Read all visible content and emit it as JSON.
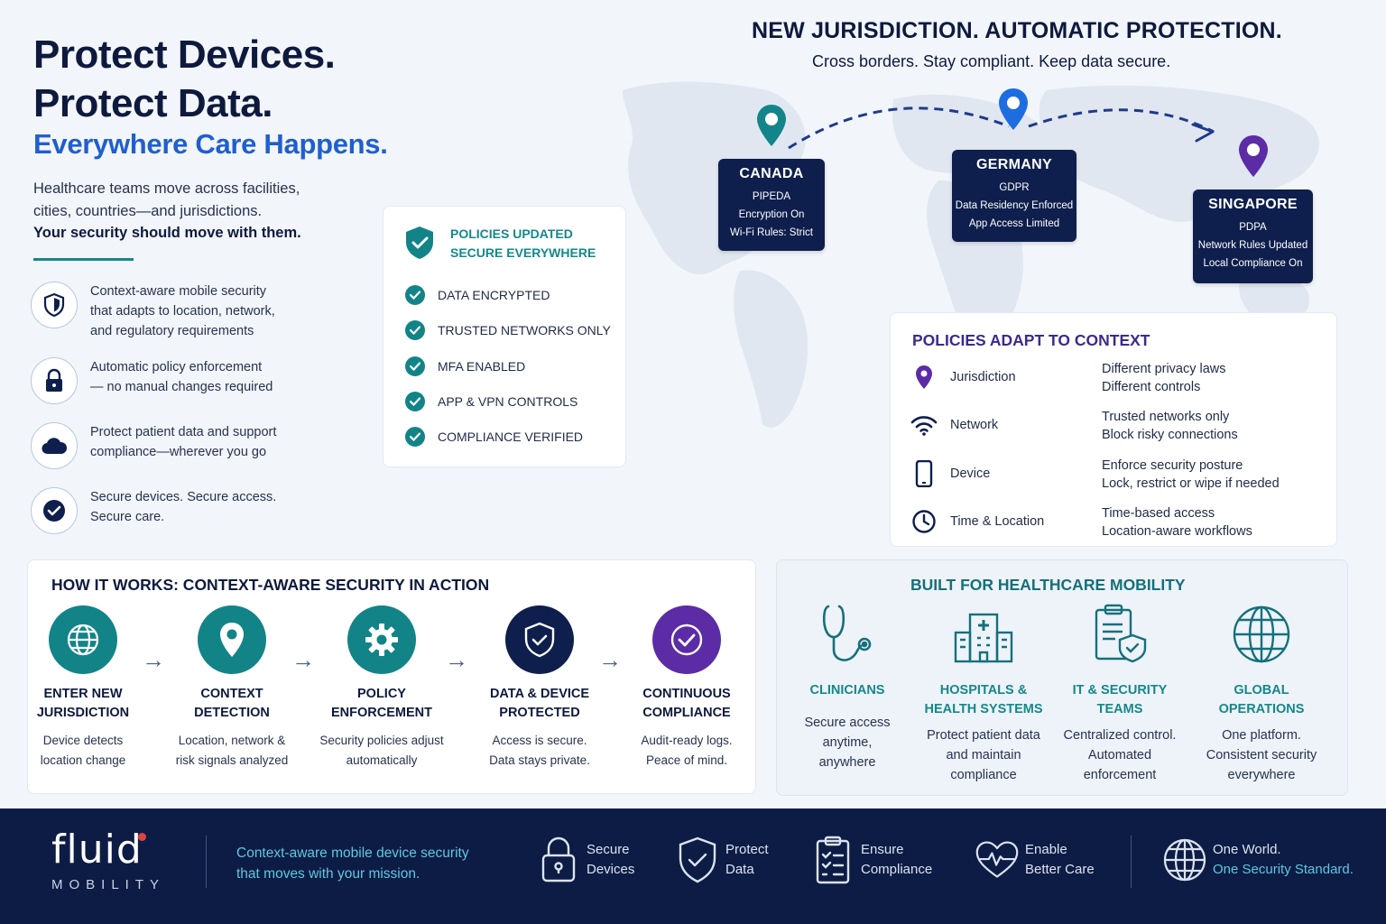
{
  "hero": {
    "line1": "Protect Devices.",
    "line2": "Protect Data.",
    "subtitle": "Everywhere Care Happens.",
    "intro1": "Healthcare teams move across facilities,",
    "intro2": "cities, countries—and jurisdictions.",
    "intro_strong": "Your security should move with them."
  },
  "features": [
    {
      "icon": "shield-icon",
      "l1": "Context-aware mobile security",
      "l2": "that adapts to location, network,",
      "l3": "and regulatory requirements"
    },
    {
      "icon": "lock-icon",
      "l1": "Automatic policy enforcement",
      "l2": "— no manual changes required",
      "l3": ""
    },
    {
      "icon": "cloud-icon",
      "l1": "Protect patient data and support",
      "l2": "compliance—wherever you go",
      "l3": ""
    },
    {
      "icon": "check-circle-icon",
      "l1": "Secure devices. Secure access.",
      "l2": "Secure care.",
      "l3": ""
    }
  ],
  "policies": {
    "title1": "POLICIES UPDATED",
    "title2": "SECURE EVERYWHERE",
    "items": [
      "DATA ENCRYPTED",
      "TRUSTED NETWORKS ONLY",
      "MFA ENABLED",
      "APP & VPN CONTROLS",
      "COMPLIANCE VERIFIED"
    ]
  },
  "map": {
    "title": "NEW JURISDICTION. AUTOMATIC PROTECTION.",
    "subtitle": "Cross borders. Stay compliant. Keep data secure.",
    "jurisdictions": [
      {
        "name": "CANADA",
        "lines": [
          "PIPEDA",
          "Encryption On",
          "Wi-Fi Rules: Strict"
        ],
        "pin_color": "#13858a"
      },
      {
        "name": "GERMANY",
        "lines": [
          "GDPR",
          "Data Residency Enforced",
          "App Access Limited"
        ],
        "pin_color": "#1e6de0"
      },
      {
        "name": "SINGAPORE",
        "lines": [
          "PDPA",
          "Network Rules Updated",
          "Local Compliance On"
        ],
        "pin_color": "#5b2ca6"
      }
    ]
  },
  "context": {
    "title": "POLICIES ADAPT TO CONTEXT",
    "rows": [
      {
        "icon": "location-pin-icon",
        "name": "Jurisdiction",
        "d1": "Different privacy laws",
        "d2": "Different controls"
      },
      {
        "icon": "wifi-icon",
        "name": "Network",
        "d1": "Trusted networks only",
        "d2": "Block risky connections"
      },
      {
        "icon": "phone-icon",
        "name": "Device",
        "d1": "Enforce security posture",
        "d2": "Lock, restrict or wipe if needed"
      },
      {
        "icon": "clock-icon",
        "name": "Time & Location",
        "d1": "Time-based access",
        "d2": "Location-aware workflows"
      }
    ]
  },
  "how": {
    "title": "HOW IT WORKS: CONTEXT-AWARE SECURITY IN ACTION",
    "arrow": "→",
    "steps": [
      {
        "icon": "globe-icon",
        "color": "#128488",
        "t1": "ENTER NEW",
        "t2": "JURISDICTION",
        "d1": "Device detects",
        "d2": "location change"
      },
      {
        "icon": "location-pin-icon",
        "color": "#128488",
        "t1": "CONTEXT",
        "t2": "DETECTION",
        "d1": "Location, network &",
        "d2": "risk signals analyzed"
      },
      {
        "icon": "gear-icon",
        "color": "#128488",
        "t1": "POLICY",
        "t2": "ENFORCEMENT",
        "d1": "Security policies adjust",
        "d2": "automatically"
      },
      {
        "icon": "shield-check-icon",
        "color": "#0e1f4d",
        "t1": "DATA & DEVICE",
        "t2": "PROTECTED",
        "d1": "Access is secure.",
        "d2": "Data stays private."
      },
      {
        "icon": "check-circle-icon",
        "color": "#5b2ca6",
        "t1": "CONTINUOUS",
        "t2": "COMPLIANCE",
        "d1": "Audit-ready logs.",
        "d2": "Peace of mind."
      }
    ]
  },
  "built": {
    "title": "BUILT FOR HEALTHCARE MOBILITY",
    "personas": [
      {
        "icon": "stethoscope-icon",
        "t1": "CLINICIANS",
        "t2": "",
        "d1": "Secure access",
        "d2": "anytime,",
        "d3": "anywhere"
      },
      {
        "icon": "hospital-icon",
        "t1": "HOSPITALS &",
        "t2": "HEALTH SYSTEMS",
        "d1": "Protect patient data",
        "d2": "and maintain",
        "d3": "compliance"
      },
      {
        "icon": "clipboard-shield-icon",
        "t1": "IT & SECURITY",
        "t2": "TEAMS",
        "d1": "Centralized control.",
        "d2": "Automated",
        "d3": "enforcement"
      },
      {
        "icon": "globe-icon",
        "t1": "GLOBAL",
        "t2": "OPERATIONS",
        "d1": "One platform.",
        "d2": "Consistent security",
        "d3": "everywhere"
      }
    ]
  },
  "footer": {
    "logo_name": "fluid",
    "logo_sub": "MOBILITY",
    "tagline1": "Context-aware mobile device security",
    "tagline2": "that moves with your mission.",
    "items": [
      {
        "icon": "lock-icon",
        "l1": "Secure",
        "l2": "Devices"
      },
      {
        "icon": "shield-check-icon",
        "l1": "Protect",
        "l2": "Data"
      },
      {
        "icon": "clipboard-check-icon",
        "l1": "Ensure",
        "l2": "Compliance"
      },
      {
        "icon": "heart-pulse-icon",
        "l1": "Enable",
        "l2": "Better Care"
      }
    ],
    "world1": "One World.",
    "world2": "One Security Standard."
  }
}
